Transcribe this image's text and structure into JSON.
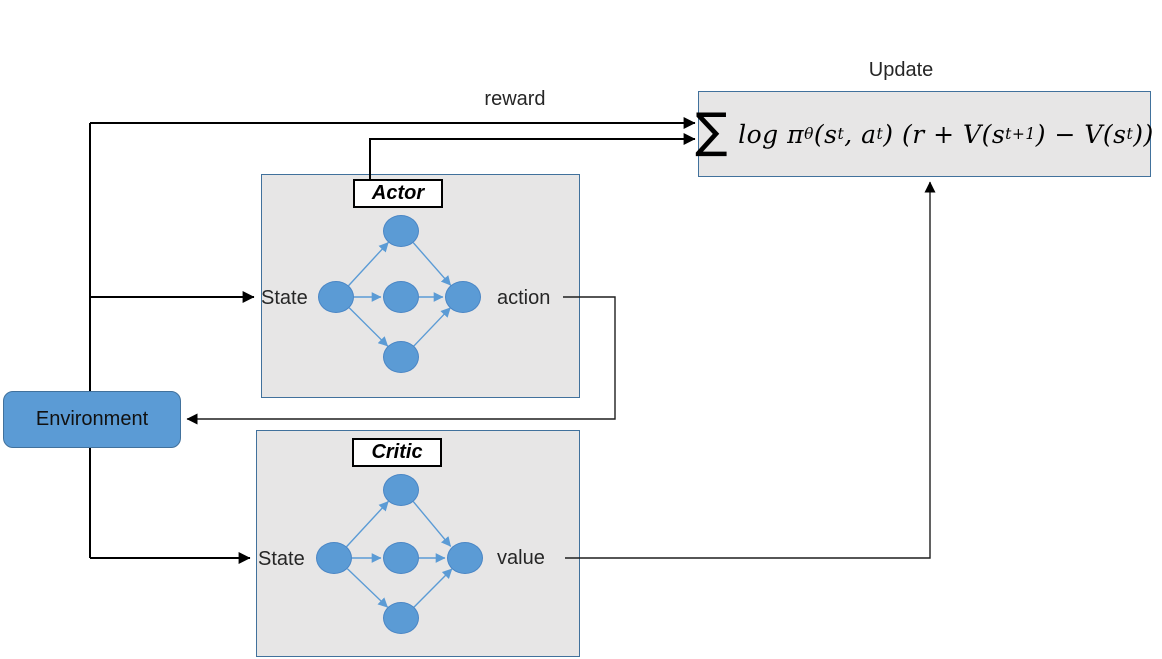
{
  "diagram_title": "Actor-Critic reinforcement learning diagram",
  "colors": {
    "node_blue": "#5B9BD5",
    "node_border": "#4a86c5",
    "box_grey": "#e7e6e6",
    "box_border": "#41719C",
    "arrow_black": "#000000",
    "edge_blue": "#5B9BD5"
  },
  "environment": {
    "label": "Environment"
  },
  "reward_label": "reward",
  "actor": {
    "label": "Actor",
    "input_label": "State",
    "output_label": "action"
  },
  "critic": {
    "label": "Critic",
    "input_label": "State",
    "output_label": "value"
  },
  "update_box": {
    "title": "Update",
    "formula": {
      "sum": "∑",
      "p1": "log π",
      "s1": "θ",
      "p2": "(s",
      "s2": "t",
      "p3": ", a",
      "s3": "t",
      "p4": ") (r + V(s",
      "s4": "t+1",
      "p5": ") − V(s",
      "s5": "t",
      "p6": "))"
    }
  }
}
